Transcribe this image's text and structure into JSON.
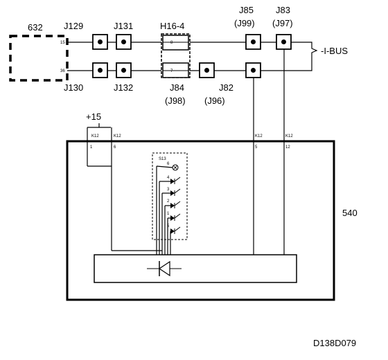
{
  "labels": {
    "unit_632": "632",
    "j129": "J129",
    "j131": "J131",
    "h16_4": "H16-4",
    "j85": "J85",
    "j85_alt": "(J99)",
    "j83": "J83",
    "j83_alt": "(J97)",
    "bus": "-I-BUS",
    "j130": "J130",
    "j132": "J132",
    "j84": "J84",
    "j84_alt": "(J98)",
    "j82": "J82",
    "j82_alt": "(J96)",
    "plus15": "+15",
    "unit_540": "540",
    "diagram_id": "D138D079"
  },
  "pins": {
    "p15": "15",
    "p36": "36",
    "h8": "8",
    "h7": "7",
    "k12_left": "K12",
    "k12_mid": "K12",
    "k12_right": "K12",
    "k12_pin1": "1",
    "k12_pin6": "6",
    "k12_pin5": "5",
    "k12_pin12": "12",
    "sw_block": "S13",
    "sw6": "6",
    "sw4": "4",
    "sw3": "3",
    "sw2": "2",
    "sw1": "1",
    "sw5": "5"
  }
}
